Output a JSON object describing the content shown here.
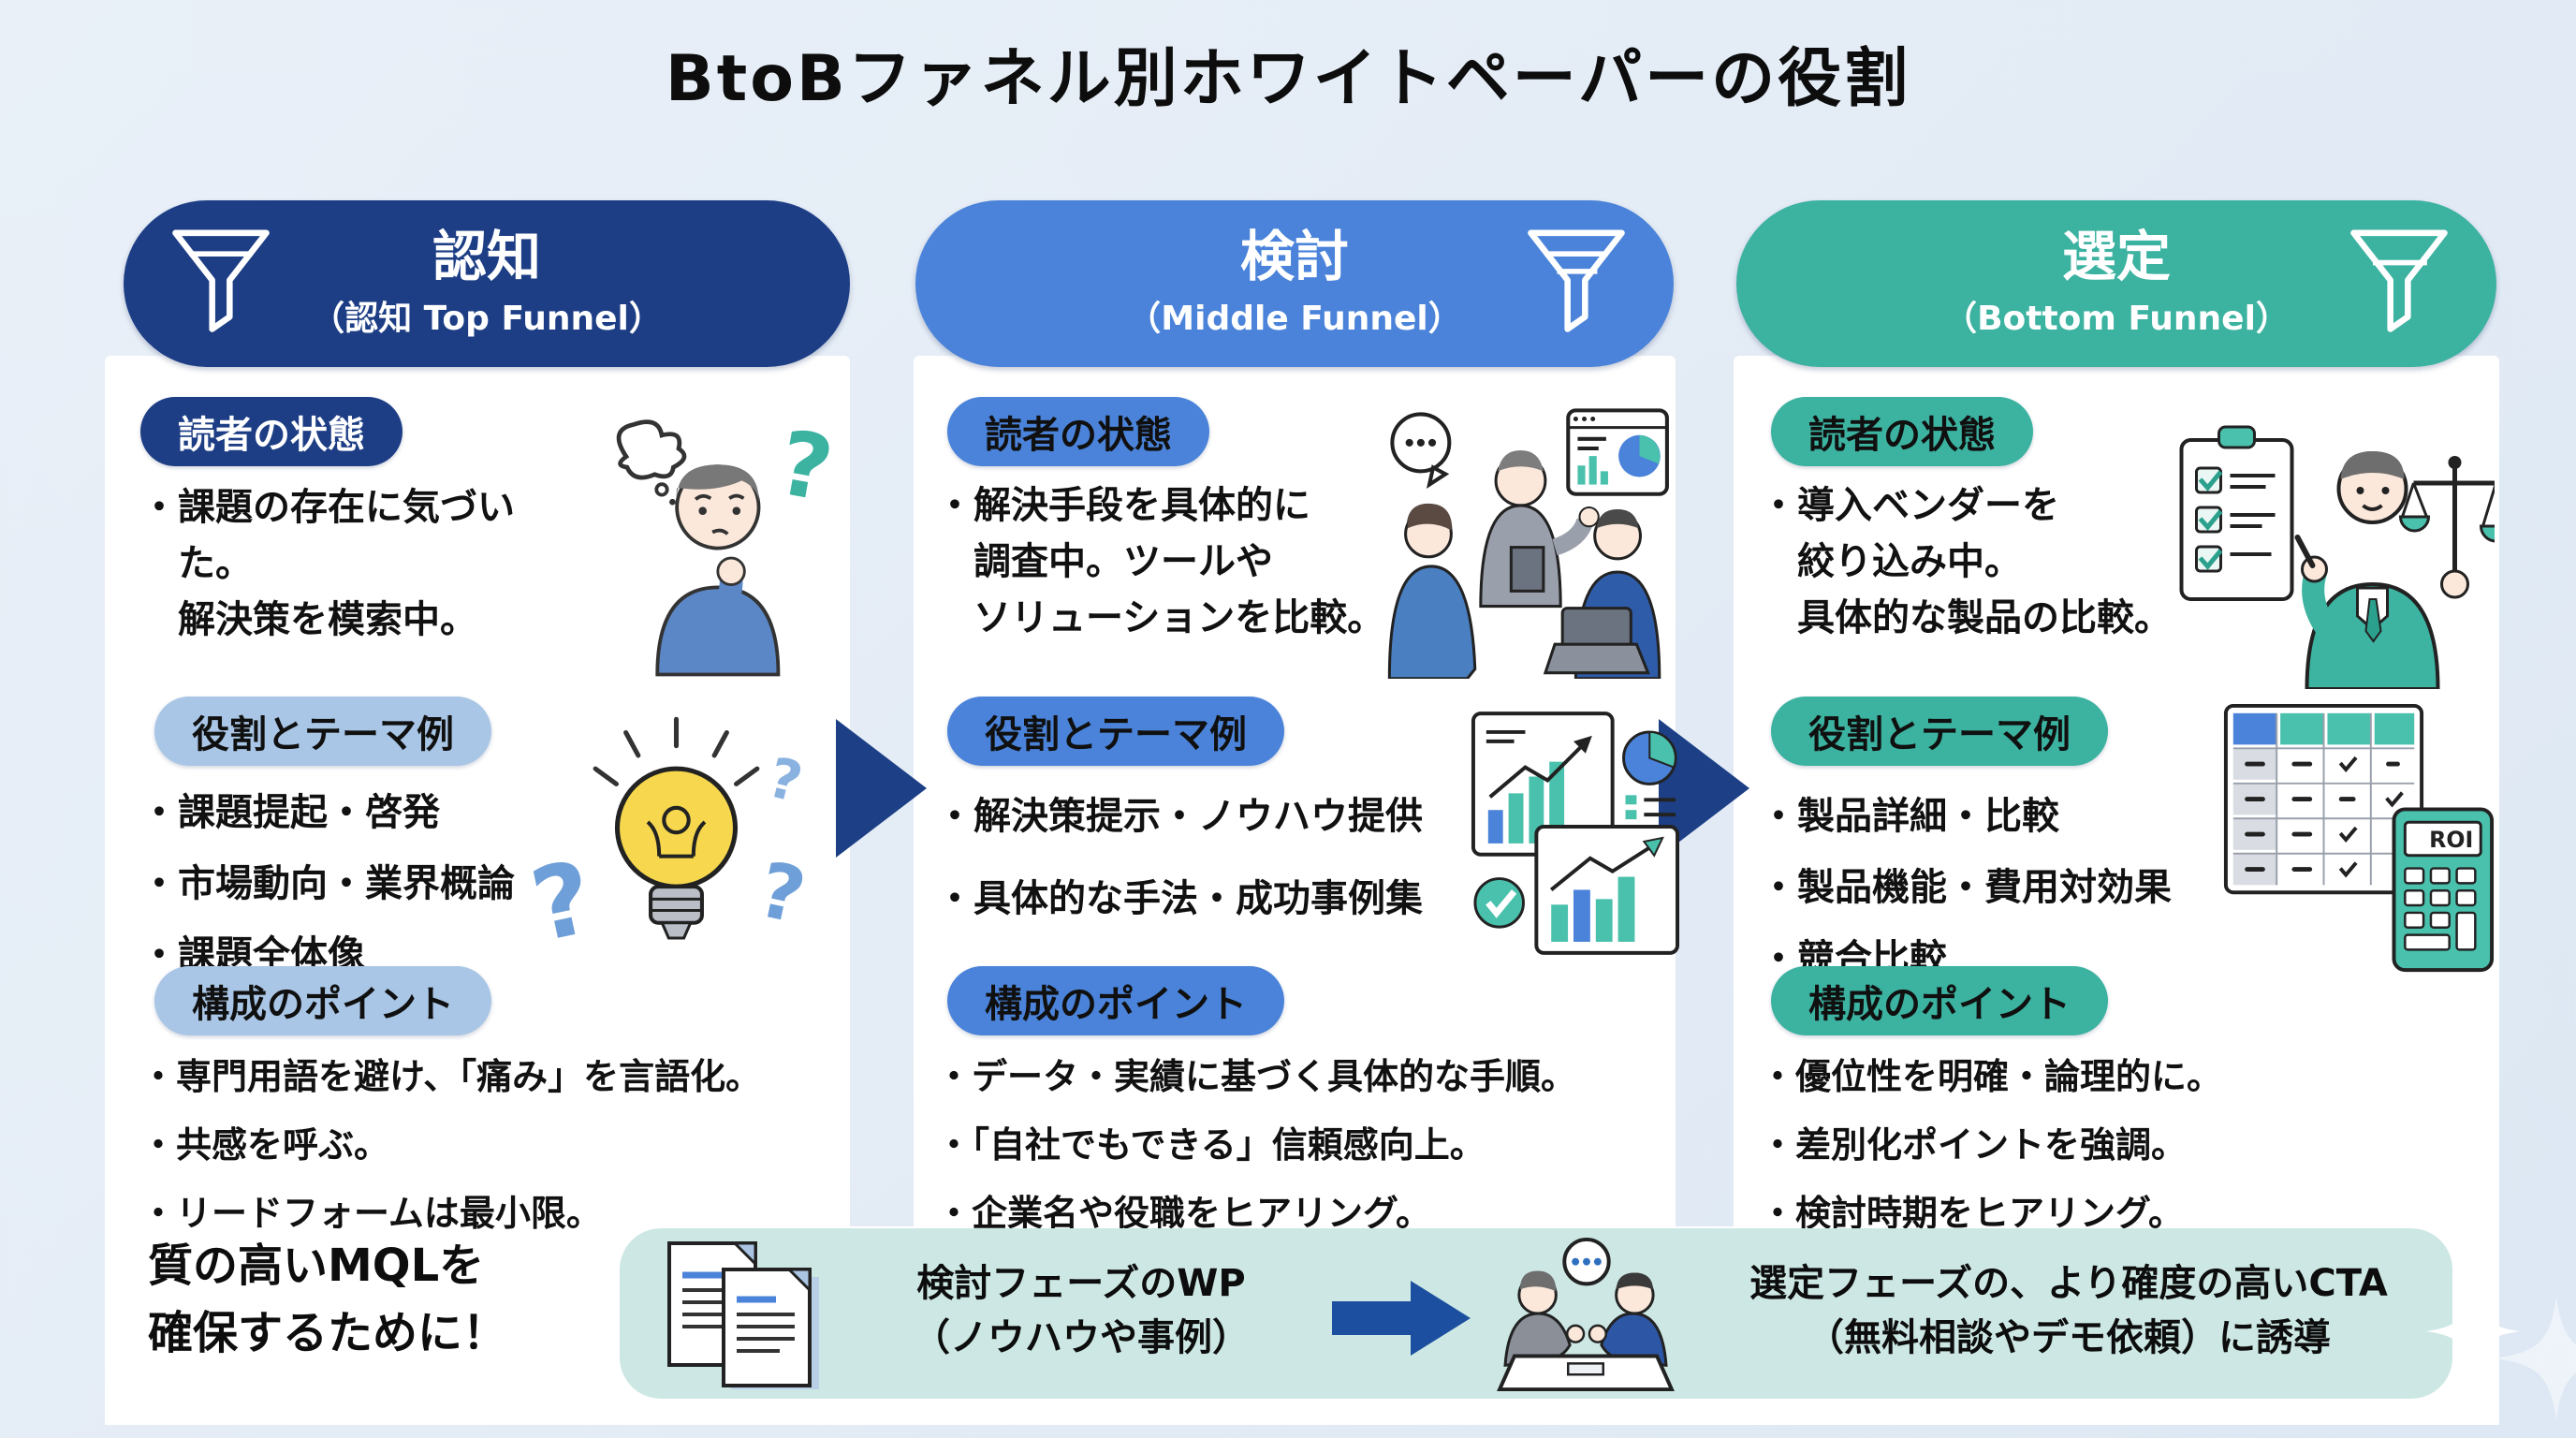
{
  "title": "BtoBファネル別ホワイトペーパーの役割",
  "glyphs": {
    "question_mark": "?"
  },
  "colors": {
    "page_bg": "#e6edf5",
    "panel_bg": "#ffffff",
    "awareness_navy": "#1d3e85",
    "awareness_light_pill": "#a9c6e6",
    "consideration_blue": "#4a83d9",
    "selection_teal": "#3cb2a0",
    "footer_box_teal": "#cde8e4",
    "flow_arrow_navy": "#1c3f85",
    "footer_arrow_blue": "#1d4fa0",
    "text": "#111111"
  },
  "columns": [
    {
      "header": {
        "title": "認知",
        "subtitle": "（認知 Top Funnel）"
      },
      "accent": "#1d3e85",
      "illustrations": [
        "thinking-person",
        "lightbulb-with-questions"
      ],
      "sections": [
        {
          "label": "読者の状態",
          "bullets": [
            "・課題の存在に気づいた。\n解決策を模索中。"
          ]
        },
        {
          "label": "役割とテーマ例",
          "bullets": [
            "・課題提起・啓発",
            "・市場動向・業界概論",
            "・課題全体像"
          ]
        },
        {
          "label": "構成のポイント",
          "bullets": [
            "・専門用語を避け、「痛み」を言語化。",
            "・共感を呼ぶ。",
            "・リードフォームは最小限。"
          ]
        }
      ]
    },
    {
      "header": {
        "title": "検討",
        "subtitle": "（Middle Funnel）"
      },
      "accent": "#4a83d9",
      "illustrations": [
        "team-discussion",
        "growth-charts"
      ],
      "sections": [
        {
          "label": "読者の状態",
          "bullets": [
            "・解決手段を具体的に\n調査中。ツールや\nソリューションを比較。"
          ]
        },
        {
          "label": "役割とテーマ例",
          "bullets": [
            "・解決策提示・ノウハウ提供",
            "・具体的な手法・成功事例集"
          ]
        },
        {
          "label": "構成のポイント",
          "bullets": [
            "・データ・実績に基づく具体的な手順。",
            "・「自社でもできる」信頼感向上。",
            "・企業名や役職をヒアリング。"
          ]
        }
      ]
    },
    {
      "header": {
        "title": "選定",
        "subtitle": "（Bottom Funnel）"
      },
      "accent": "#3cb2a0",
      "roi_label": "ROI",
      "illustrations": [
        "vendor-evaluation-man",
        "comparison-table-calculator"
      ],
      "sections": [
        {
          "label": "読者の状態",
          "bullets": [
            "・導入ベンダーを\n絞り込み中。\n具体的な製品の比較。"
          ]
        },
        {
          "label": "役割とテーマ例",
          "bullets": [
            "・製品詳細・比較",
            "・製品機能・費用対効果",
            "・競合比較"
          ]
        },
        {
          "label": "構成のポイント",
          "bullets": [
            "・優位性を明確・論理的に。",
            "・差別化ポイントを強調。",
            "・検討時期をヒアリング。"
          ]
        }
      ]
    }
  ],
  "footer": {
    "lead_text": "質の高いMQLを\n確保するために！",
    "step1": "検討フェーズのWP\n（ノウハウや事例）",
    "step2": "選定フェーズの、より確度の高いCTA\n（無料相談やデモ依頼）に誘導"
  }
}
